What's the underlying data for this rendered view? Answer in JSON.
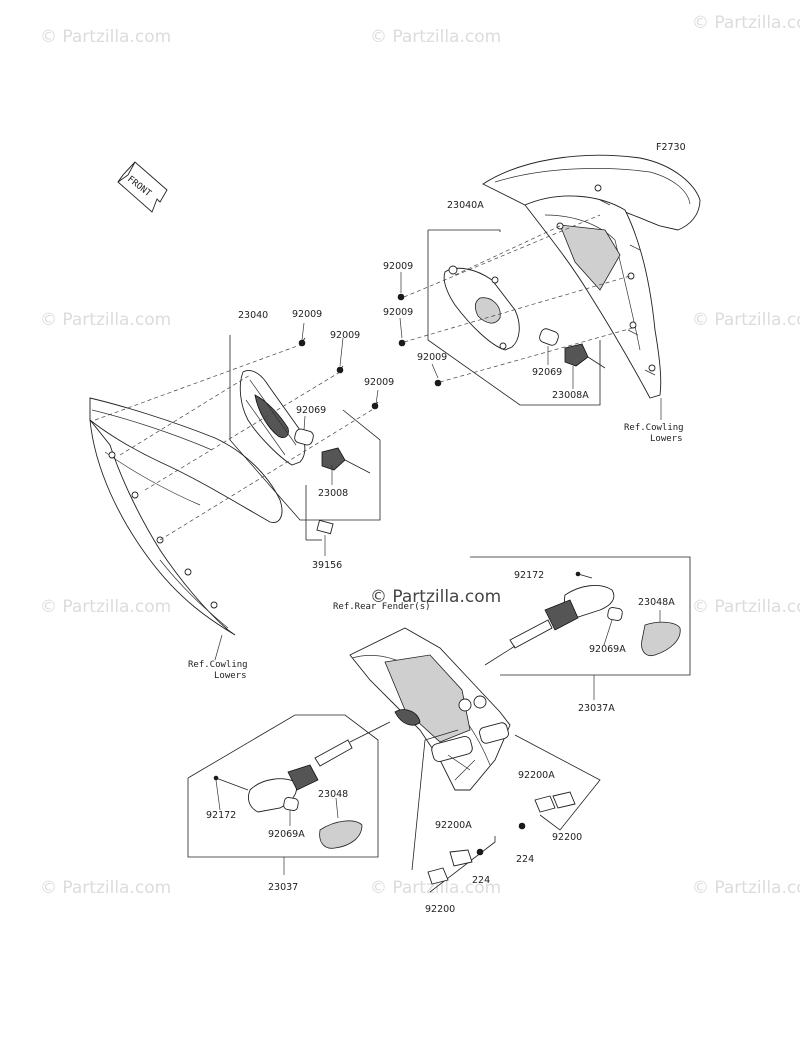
{
  "watermark": {
    "text": "© Partzilla.com",
    "center_text": "© Partzilla.com",
    "color": "#d8d8d8"
  },
  "diagram": {
    "figure_code": "F2730",
    "front_label": "FRONT",
    "labels": {
      "l23040": "23040",
      "l23040A": "23040A",
      "l92009_a": "92009",
      "l92009_b": "92009",
      "l92009_c": "92009",
      "l92009_d": "92009",
      "l92009_e": "92009",
      "l92009_f": "92009",
      "l92069_a": "92069",
      "l92069_b": "92069",
      "l23008": "23008",
      "l23008A": "23008A",
      "l39156": "39156",
      "l92172_a": "92172",
      "l92172_b": "92172",
      "l23048A": "23048A",
      "l23048": "23048",
      "l92069A_a": "92069A",
      "l92069A_b": "92069A",
      "l23037A": "23037A",
      "l23037": "23037",
      "l92200A_a": "92200A",
      "l92200A_b": "92200A",
      "l92200_a": "92200",
      "l92200_b": "92200",
      "l224_a": "224",
      "l224_b": "224"
    },
    "refs": {
      "cowl_top_1": "Ref.Cowling",
      "cowl_top_2": "Lowers",
      "cowl_left_1": "Ref.Cowling",
      "cowl_left_2": "Lowers",
      "fender": "Ref.Rear Fender(s)"
    }
  }
}
